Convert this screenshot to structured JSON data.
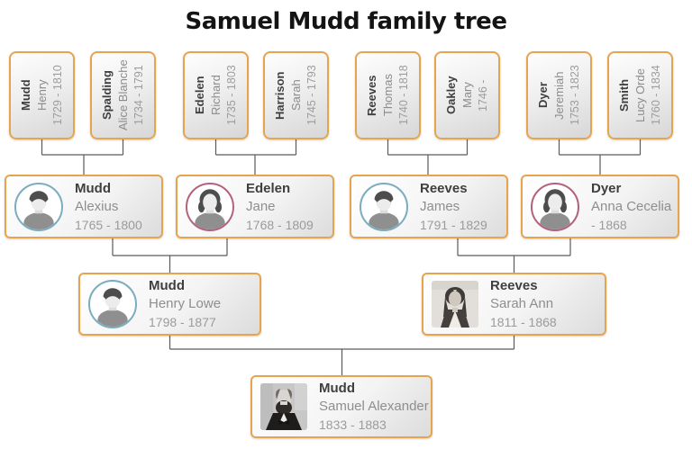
{
  "title": "Samuel Mudd family tree",
  "colors": {
    "card_border": "#e7a44f",
    "connector_line": "#5b5b5b",
    "male_ring": "#7aadc0",
    "female_ring": "#b26280",
    "surname_text": "#3f3f3f",
    "given_text": "#8e8e8e",
    "dates_text": "#9b9b9b"
  },
  "generation1": [
    {
      "surname": "Mudd",
      "given": "Henry",
      "dates": "1729 - 1810"
    },
    {
      "surname": "Spalding",
      "given": "Alice Blanche",
      "dates": "1734 - 1791"
    },
    {
      "surname": "Edelen",
      "given": "Richard",
      "dates": "1735 - 1803"
    },
    {
      "surname": "Harrison",
      "given": "Sarah",
      "dates": "1745 - 1793"
    },
    {
      "surname": "Reeves",
      "given": "Thomas",
      "dates": "1740 - 1818"
    },
    {
      "surname": "Oakley",
      "given": "Mary",
      "dates": "1746 -"
    },
    {
      "surname": "Dyer",
      "given": "Jeremiah",
      "dates": "1753 - 1823"
    },
    {
      "surname": "Smith",
      "given": "Lucy Orde",
      "dates": "1760 - 1834"
    }
  ],
  "generation2": [
    {
      "surname": "Mudd",
      "given": "Alexius",
      "dates": "1765 - 1800",
      "avatar": "male-silhouette"
    },
    {
      "surname": "Edelen",
      "given": "Jane",
      "dates": "1768 - 1809",
      "avatar": "female-silhouette"
    },
    {
      "surname": "Reeves",
      "given": "James",
      "dates": "1791 - 1829",
      "avatar": "male-silhouette"
    },
    {
      "surname": "Dyer",
      "given": "Anna Cecelia",
      "dates": "- 1868",
      "avatar": "female-silhouette"
    }
  ],
  "generation3": [
    {
      "surname": "Mudd",
      "given": "Henry Lowe",
      "dates": "1798 - 1877",
      "avatar": "male-silhouette"
    },
    {
      "surname": "Reeves",
      "given": "Sarah Ann",
      "dates": "1811 - 1868",
      "avatar": "portrait-photo"
    }
  ],
  "subject": {
    "surname": "Mudd",
    "given": "Samuel Alexander",
    "dates": "1833 - 1883",
    "avatar": "portrait-photo"
  }
}
